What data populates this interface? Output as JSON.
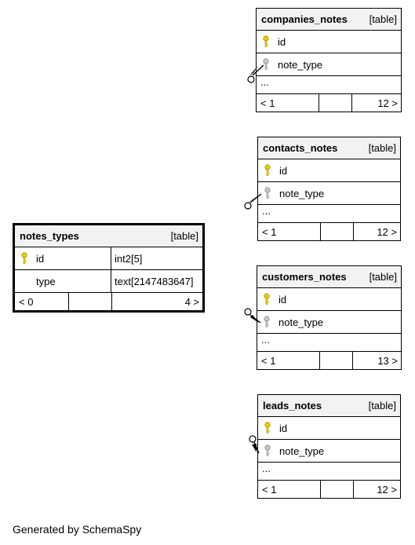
{
  "tables": {
    "notes_types": {
      "name": "notes_types",
      "kind": "[table]",
      "rows": [
        {
          "name": "id",
          "type": "int2[5]",
          "key": "primary"
        },
        {
          "name": "type",
          "type": "text[2147483647]",
          "key": "none"
        }
      ],
      "parents": "< 0",
      "children": "4 >"
    },
    "companies_notes": {
      "name": "companies_notes",
      "kind": "[table]",
      "rows": [
        {
          "name": "id",
          "key": "primary"
        },
        {
          "name": "note_type",
          "key": "foreign"
        }
      ],
      "ellipsis": "...",
      "parents": "< 1",
      "children": "12 >"
    },
    "contacts_notes": {
      "name": "contacts_notes",
      "kind": "[table]",
      "rows": [
        {
          "name": "id",
          "key": "primary"
        },
        {
          "name": "note_type",
          "key": "foreign"
        }
      ],
      "ellipsis": "...",
      "parents": "< 1",
      "children": "12 >"
    },
    "customers_notes": {
      "name": "customers_notes",
      "kind": "[table]",
      "rows": [
        {
          "name": "id",
          "key": "primary"
        },
        {
          "name": "note_type",
          "key": "foreign"
        }
      ],
      "ellipsis": "...",
      "parents": "< 1",
      "children": "13 >"
    },
    "leads_notes": {
      "name": "leads_notes",
      "kind": "[table]",
      "rows": [
        {
          "name": "id",
          "key": "primary"
        },
        {
          "name": "note_type",
          "key": "foreign"
        }
      ],
      "ellipsis": "...",
      "parents": "< 1",
      "children": "12 >"
    }
  },
  "colors": {
    "primary_key": "#e8d000",
    "foreign_key": "#b3b3b3",
    "header_bg": "#f2f2f2"
  },
  "footer_credit": "Generated by SchemaSpy"
}
